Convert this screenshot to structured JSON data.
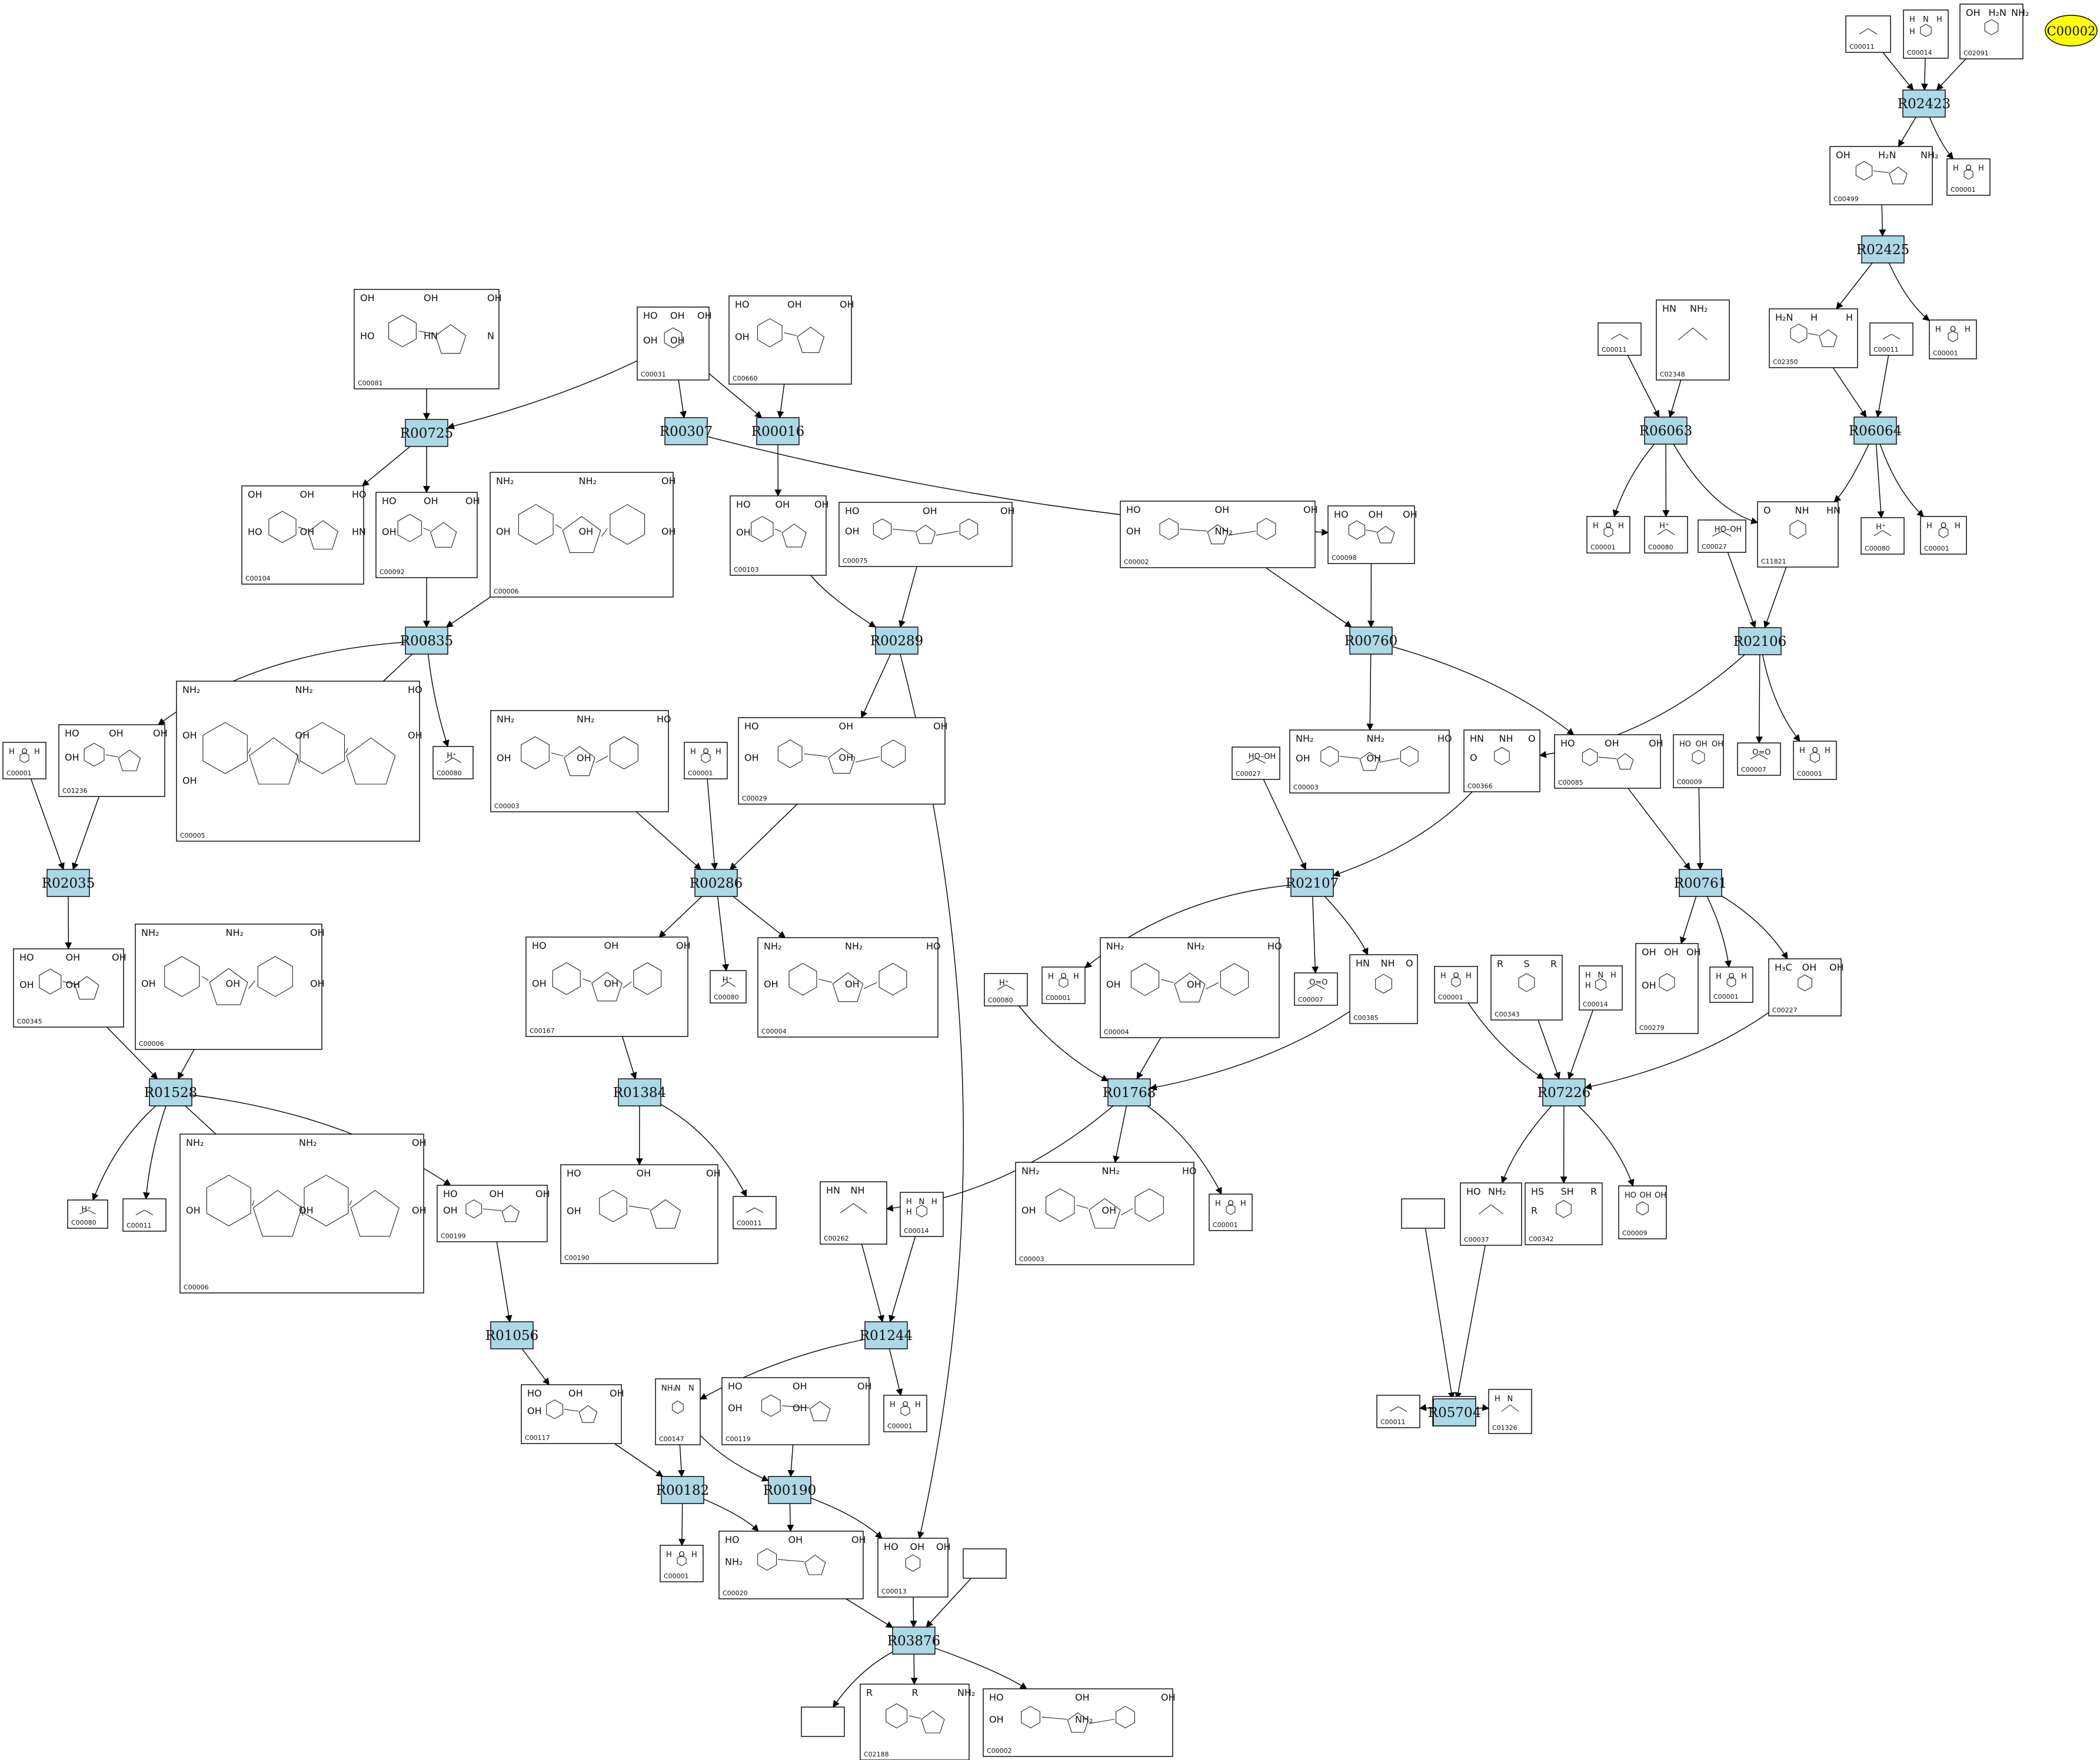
{
  "colors": {
    "reaction_fill": "#add8e6",
    "highlight_fill": "#ffff00",
    "edge": "#000000",
    "box_border": "#000000",
    "background": "#ffffff"
  },
  "highlight": {
    "label": "C00002"
  },
  "reactions": [
    "R02423",
    "R02425",
    "R06063",
    "R06064",
    "R02106",
    "R00725",
    "R00307",
    "R00016",
    "R00835",
    "R00289",
    "R00760",
    "R02035",
    "R00286",
    "R02107",
    "R00761",
    "R01528",
    "R01384",
    "R01768",
    "R07226",
    "R01056",
    "R01244",
    "R05704",
    "R00182",
    "R00190",
    "R03876"
  ],
  "compounds": [
    {
      "id": "C00011",
      "labels": []
    },
    {
      "id": "C00014",
      "labels": [
        "H",
        "N",
        "H",
        "H"
      ]
    },
    {
      "id": "C02091",
      "labels": [
        "OH",
        "H₂N",
        "NH₂"
      ]
    },
    {
      "id": "C00499",
      "labels": [
        "OH",
        "H₂N",
        "NH₂"
      ]
    },
    {
      "id": "C00001",
      "labels": [
        "H",
        "O",
        "H"
      ]
    },
    {
      "id": "C02348",
      "labels": [
        "HN",
        "NH₂"
      ]
    },
    {
      "id": "C02350",
      "labels": [
        "H₂N",
        "H",
        "H"
      ]
    },
    {
      "id": "C00081",
      "labels": [
        "OH",
        "OH",
        "OH",
        "HO",
        "HN",
        "N"
      ]
    },
    {
      "id": "C00031",
      "labels": [
        "HO",
        "OH",
        "OH",
        "OH",
        "OH"
      ]
    },
    {
      "id": "C00660",
      "labels": [
        "HO",
        "OH",
        "OH",
        "OH"
      ]
    },
    {
      "id": "C00104",
      "labels": [
        "OH",
        "OH",
        "HO",
        "HO",
        "OH",
        "HN"
      ]
    },
    {
      "id": "C00092",
      "labels": [
        "HO",
        "OH",
        "OH",
        "OH"
      ]
    },
    {
      "id": "C00006",
      "labels": [
        "NH₂",
        "NH₂",
        "OH",
        "OH",
        "OH",
        "OH"
      ]
    },
    {
      "id": "C00103",
      "labels": [
        "HO",
        "OH",
        "OH",
        "OH"
      ]
    },
    {
      "id": "C00075",
      "labels": [
        "HO",
        "OH",
        "OH",
        "OH"
      ]
    },
    {
      "id": "C00002",
      "labels": [
        "HO",
        "OH",
        "OH",
        "OH",
        "NH₂"
      ]
    },
    {
      "id": "C00098",
      "labels": [
        "HO",
        "OH",
        "OH"
      ]
    },
    {
      "id": "C00080",
      "labels": [
        "H⁺"
      ]
    },
    {
      "id": "C00027",
      "labels": [
        "HO–OH"
      ]
    },
    {
      "id": "C11821",
      "labels": [
        "O",
        "NH",
        "HN"
      ]
    },
    {
      "id": "C01236",
      "labels": [
        "HO",
        "OH",
        "OH",
        "OH"
      ]
    },
    {
      "id": "C00005",
      "labels": [
        "NH₂",
        "NH₂",
        "HO",
        "OH",
        "OH",
        "OH",
        "OH"
      ]
    },
    {
      "id": "C00003",
      "labels": [
        "NH₂",
        "NH₂",
        "HO",
        "OH",
        "OH"
      ]
    },
    {
      "id": "C00029",
      "labels": [
        "HO",
        "OH",
        "OH",
        "OH",
        "OH"
      ]
    },
    {
      "id": "C00366",
      "labels": [
        "HN",
        "NH",
        "O",
        "O"
      ]
    },
    {
      "id": "C00085",
      "labels": [
        "HO",
        "OH",
        "OH"
      ]
    },
    {
      "id": "C00009",
      "labels": [
        "HO",
        "OH",
        "OH"
      ]
    },
    {
      "id": "C00007",
      "labels": [
        "O=O"
      ]
    },
    {
      "id": "C00345",
      "labels": [
        "HO",
        "OH",
        "OH",
        "OH",
        "OH"
      ]
    },
    {
      "id": "C00167",
      "labels": [
        "HO",
        "OH",
        "OH",
        "OH",
        "OH"
      ]
    },
    {
      "id": "C00004",
      "labels": [
        "NH₂",
        "NH₂",
        "HO",
        "OH",
        "OH"
      ]
    },
    {
      "id": "C00385",
      "labels": [
        "HN",
        "NH",
        "O"
      ]
    },
    {
      "id": "C00343",
      "labels": [
        "R",
        "S",
        "R"
      ]
    },
    {
      "id": "C00279",
      "labels": [
        "OH",
        "OH",
        "OH",
        "OH"
      ]
    },
    {
      "id": "C00227",
      "labels": [
        "H₃C",
        "OH",
        "OH"
      ]
    },
    {
      "id": "C00199",
      "labels": [
        "HO",
        "OH",
        "OH",
        "OH"
      ]
    },
    {
      "id": "C00190",
      "labels": [
        "HO",
        "OH",
        "OH",
        "OH"
      ]
    },
    {
      "id": "C00262",
      "labels": [
        "HN",
        "NH"
      ]
    },
    {
      "id": "C00037",
      "labels": [
        "HO",
        "NH₂"
      ]
    },
    {
      "id": "C00342",
      "labels": [
        "HS",
        "SH",
        "R",
        "R"
      ]
    },
    {
      "id": "C00117",
      "labels": [
        "HO",
        "OH",
        "OH",
        "OH"
      ]
    },
    {
      "id": "C00147",
      "labels": [
        "NH₂",
        "N",
        "N"
      ]
    },
    {
      "id": "C00119",
      "labels": [
        "HO",
        "OH",
        "OH",
        "OH",
        "OH"
      ]
    },
    {
      "id": "C01326",
      "labels": [
        "H",
        "N"
      ]
    },
    {
      "id": "C00020",
      "labels": [
        "HO",
        "OH",
        "OH",
        "NH₂"
      ]
    },
    {
      "id": "C00013",
      "labels": [
        "HO",
        "OH",
        "OH"
      ]
    },
    {
      "id": "C02188",
      "labels": [
        "R",
        "R",
        "NH₂"
      ]
    }
  ]
}
